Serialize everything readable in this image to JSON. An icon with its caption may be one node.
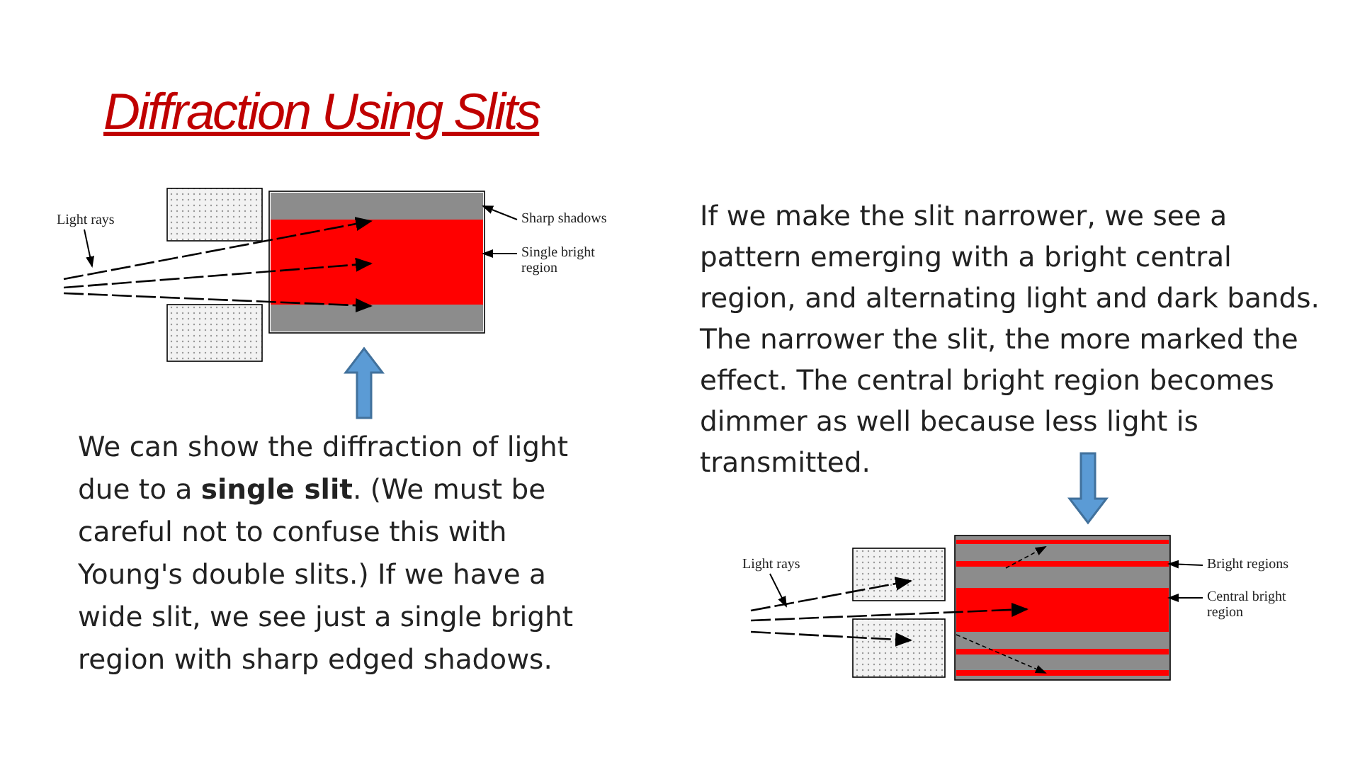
{
  "diagram": {
    "title": "Diffraction Using Slits",
    "nodes": [
      {
        "text": [
          "Light rays"
        ]
      },
      {
        "text": [
          "Sharp shadows"
        ]
      },
      {
        "text": [
          "Single bright region"
        ]
      },
      {
        "text": [],
        "shape": "bar"
      },
      {
        "text": [],
        "shape": "bar"
      },
      {
        "text": [
          "Light rays"
        ]
      },
      {
        "text": [
          "Bright regions"
        ]
      },
      {
        "text": [
          "Central bright region"
        ]
      },
      {
        "text": [],
        "shape": "bar"
      },
      {
        "text": [],
        "shape": "bar"
      },
      {
        "text": [],
        "shape": "ray"
      },
      {
        "text": [],
        "shape": "ray"
      }
    ],
    "edges": [
      {
        "from": 0,
        "to": 10,
        "arrow": "to"
      },
      {
        "from": 1,
        "to": 3,
        "arrow": "to"
      },
      {
        "from": 2,
        "to": 4,
        "arrow": "to"
      },
      {
        "from": 5,
        "to": 11,
        "arrow": "to"
      },
      {
        "from": 6,
        "to": 8,
        "arrow": "to"
      },
      {
        "from": 7,
        "to": 9,
        "arrow": "to"
      }
    ],
    "labels": [
      "We can show the diffraction of light due to a **single slit**.  (We must be careful not to confuse this with Young's double slits.)  If we have a wide slit, we see just a single bright region with sharp edged shadows.",
      "If we make the slit narrower, we see a pattern emerging with a bright central region, and alternating light and dark bands.  The narrower the slit, the more marked the effect.  The central bright region becomes dimmer as well because less light is transmitted."
    ]
  }
}
